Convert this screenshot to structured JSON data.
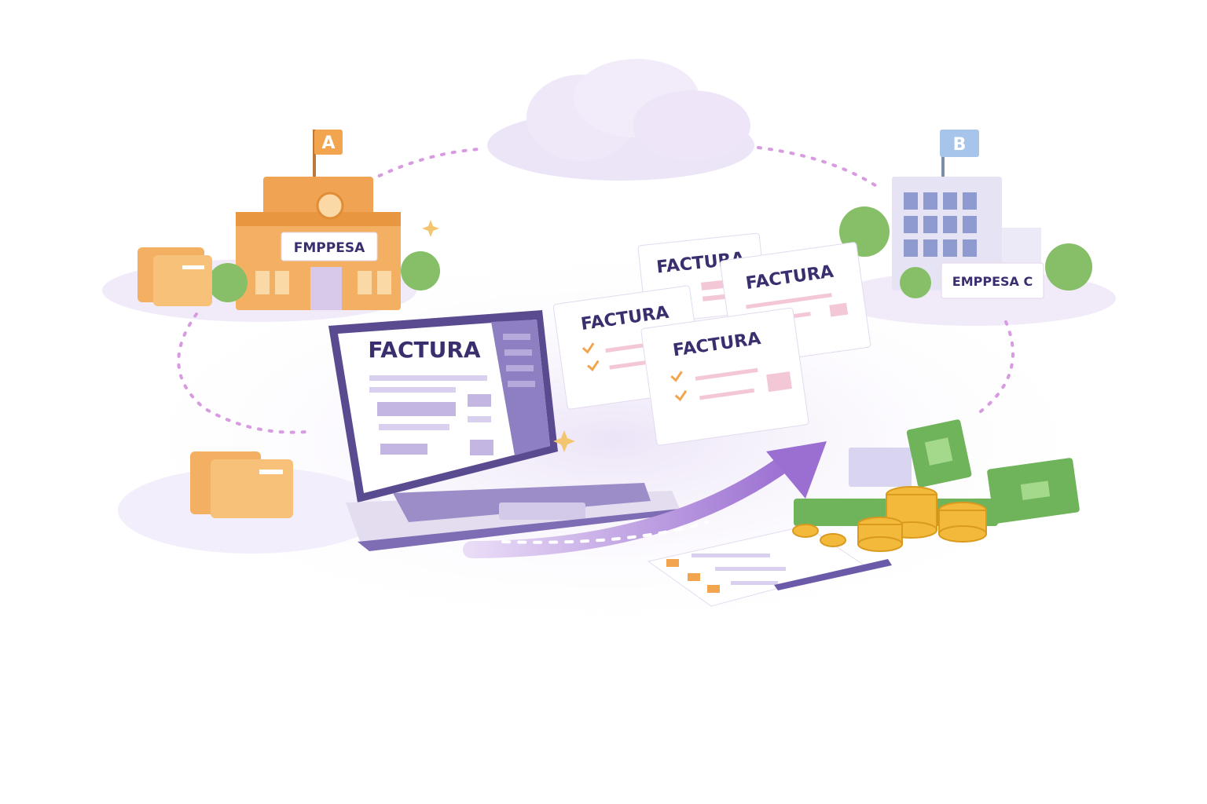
{
  "company_a": {
    "flag": "A",
    "sign": "FMPPESA"
  },
  "company_b": {
    "flag": "B",
    "sign": "EMPPESA C"
  },
  "laptop": {
    "screen_title": "FACTURA"
  },
  "invoices": [
    {
      "title": "FACTURA"
    },
    {
      "title": "FACTURA"
    },
    {
      "title": "FACTURA"
    },
    {
      "title": "FACTURA"
    }
  ],
  "colors": {
    "accent": "#9b6fd1",
    "company_a": "#f2a54e",
    "company_b": "#8fb3e0",
    "money": "#6fb35a",
    "coins": "#f2b93b",
    "text": "#3b2e6e"
  }
}
